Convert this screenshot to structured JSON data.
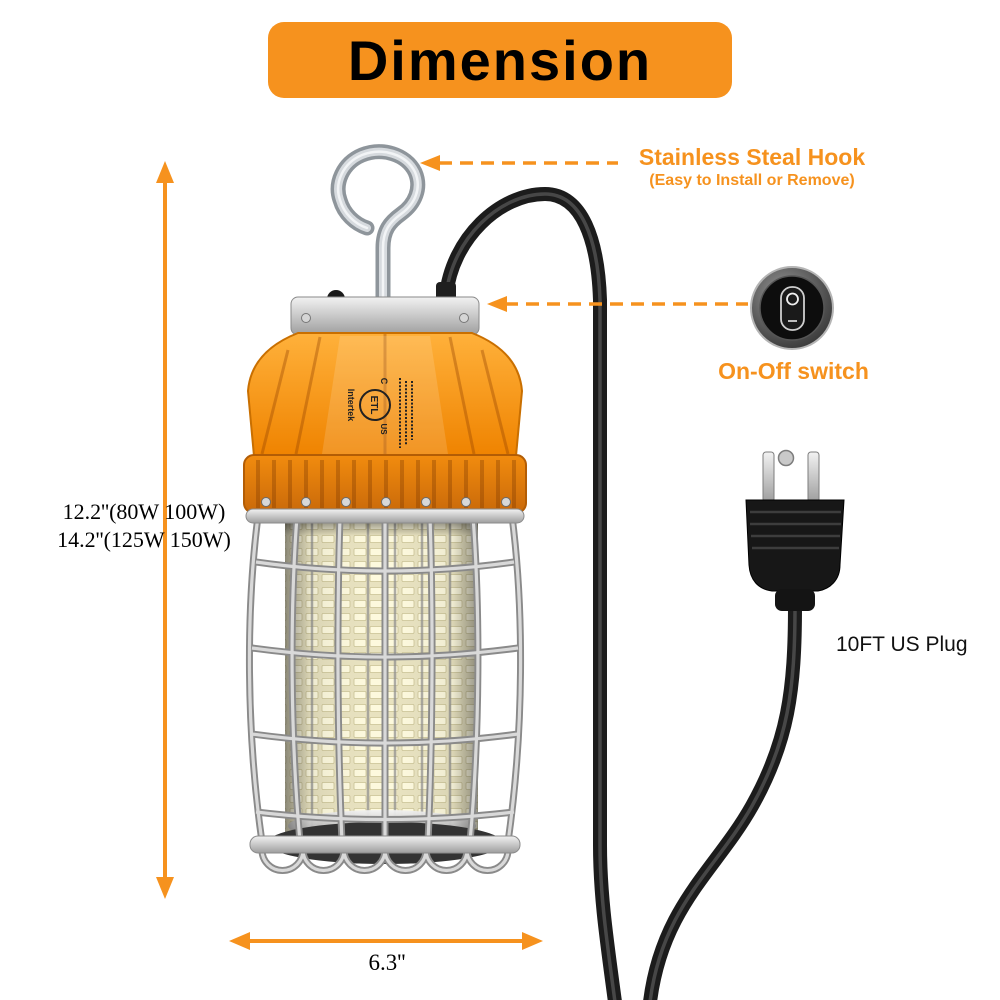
{
  "title": "Dimension",
  "colors": {
    "accent": "#F6921E"
  },
  "annotations": {
    "hook": {
      "label": "Stainless Steal Hook",
      "sub": "(Easy to Install or Remove)"
    },
    "switch": {
      "label": "On-Off switch"
    },
    "plug": {
      "label": "10FT US Plug"
    }
  },
  "dimensions": {
    "height_line1": "12.2''(80W 100W)",
    "height_line2": "14.2''(125W 150W)",
    "width": "6.3''"
  },
  "certification": {
    "mark": "ETL",
    "name": "Intertek",
    "left": "C",
    "right": "US"
  }
}
